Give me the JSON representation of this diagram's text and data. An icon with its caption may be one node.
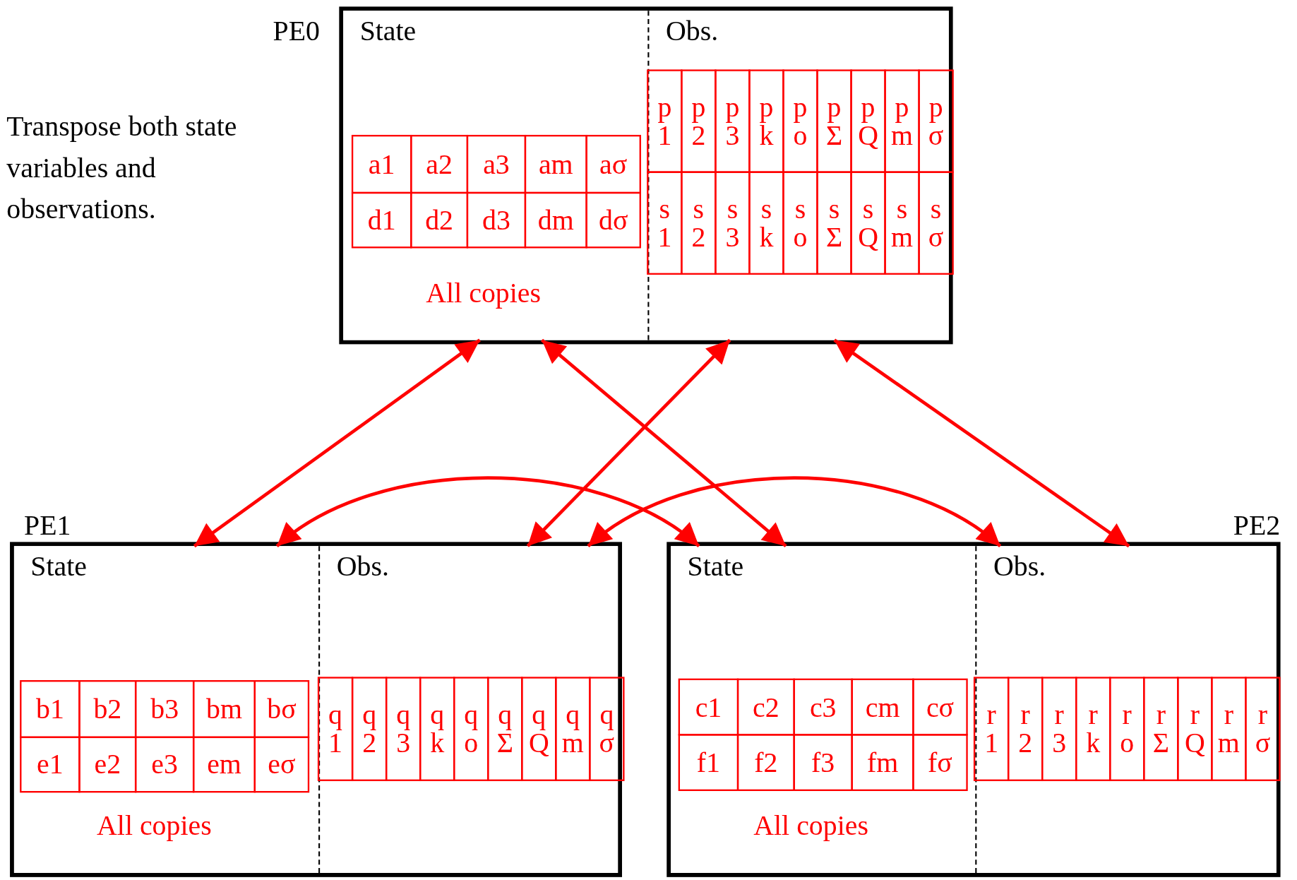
{
  "diagram": {
    "nodes": [
      {
        "text": [
          "PE0"
        ]
      },
      {
        "text": [
          "State",
          "All copies"
        ],
        "in": 0
      },
      {
        "text": [
          "Obs."
        ],
        "in": 0
      },
      {
        "text": [
          "PE1"
        ]
      },
      {
        "text": [
          "State",
          "All copies"
        ],
        "in": 3
      },
      {
        "text": [
          "Obs."
        ],
        "in": 3
      },
      {
        "text": [
          "PE2"
        ]
      },
      {
        "text": [
          "State",
          "All copies"
        ],
        "in": 6
      },
      {
        "text": [
          "Obs."
        ],
        "in": 6
      }
    ],
    "edges": [
      {
        "from": 1,
        "to": 4,
        "arrow": "both"
      },
      {
        "from": 1,
        "to": 7,
        "arrow": "both"
      },
      {
        "from": 2,
        "to": 5,
        "arrow": "both"
      },
      {
        "from": 2,
        "to": 8,
        "arrow": "both"
      },
      {
        "from": 4,
        "to": 7,
        "arrow": "both"
      },
      {
        "from": 5,
        "to": 8,
        "arrow": "both"
      }
    ],
    "labels": [
      "Transpose both state variables and observations.",
      "a1",
      "a2",
      "a3",
      "am",
      "aσ",
      "d1",
      "d2",
      "d3",
      "dm",
      "dσ",
      "p 1",
      "p 2",
      "p 3",
      "p k",
      "p o",
      "p Σ",
      "p Q",
      "p m",
      "p σ",
      "s 1",
      "s 2",
      "s 3",
      "s k",
      "s o",
      "s Σ",
      "s Q",
      "s m",
      "s σ",
      "b1",
      "b2",
      "b3",
      "bm",
      "bσ",
      "e1",
      "e2",
      "e3",
      "em",
      "eσ",
      "q 1",
      "q 2",
      "q 3",
      "q k",
      "q o",
      "q Σ",
      "q Q",
      "q m",
      "q σ",
      "c1",
      "c2",
      "c3",
      "cm",
      "cσ",
      "f1",
      "f2",
      "f3",
      "fm",
      "fσ",
      "r 1",
      "r 2",
      "r 3",
      "r k",
      "r o",
      "r Σ",
      "r Q",
      "r m",
      "r σ"
    ]
  }
}
